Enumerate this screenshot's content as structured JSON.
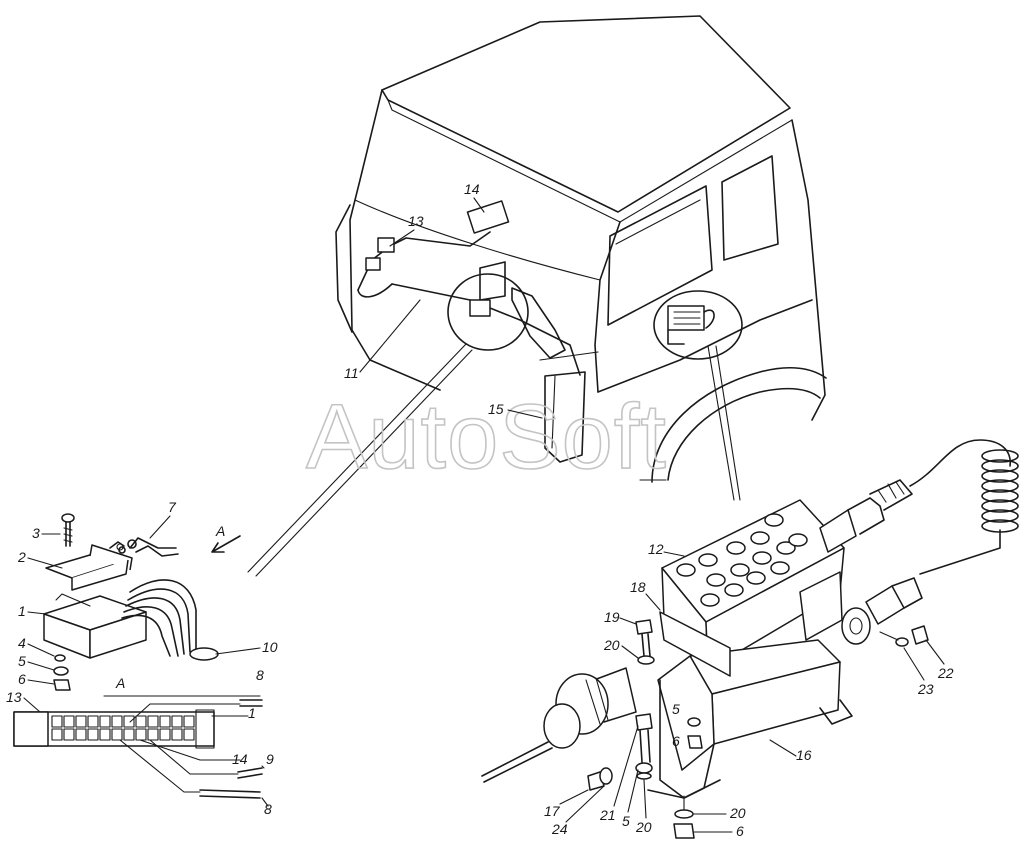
{
  "watermark": "AutoSoft",
  "view_label": "A",
  "callouts": {
    "c1": "1",
    "c2": "2",
    "c3": "3",
    "c4": "4",
    "c5": "5",
    "c6": "6",
    "c7": "7",
    "c8": "8",
    "c9": "9",
    "c10": "10",
    "c11": "11",
    "c12": "12",
    "c13": "13",
    "c14": "14",
    "c15": "15",
    "c16": "16",
    "c17": "17",
    "c18": "18",
    "c19": "19",
    "c20": "20",
    "c21": "21",
    "c22": "22",
    "c23": "23",
    "c24": "24"
  }
}
